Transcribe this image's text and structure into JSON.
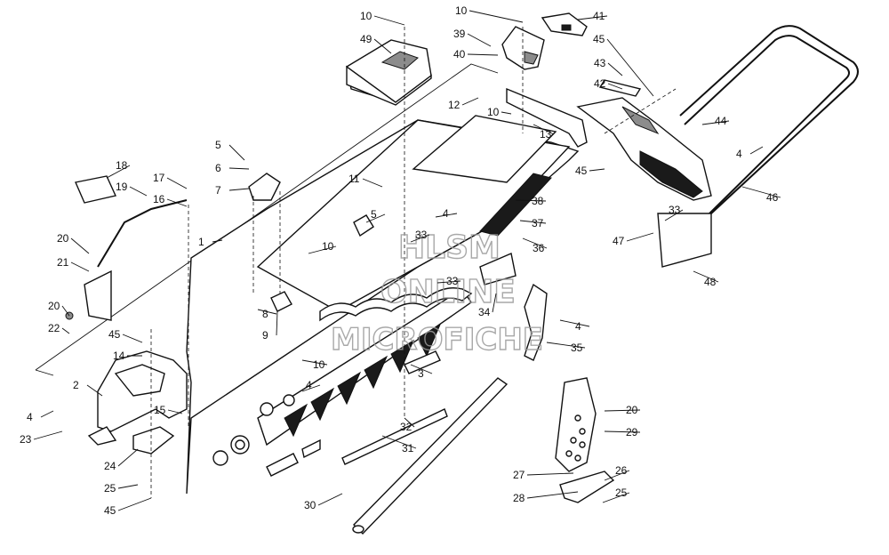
{
  "diagram": {
    "watermark": {
      "line1": "HLSM",
      "line2": "ONLINE",
      "line3": "MICROFICHE"
    },
    "callouts": [
      {
        "id": "c1",
        "text": "1"
      },
      {
        "id": "c2",
        "text": "2"
      },
      {
        "id": "c3",
        "text": "3"
      },
      {
        "id": "c4a",
        "text": "4"
      },
      {
        "id": "c4b",
        "text": "4"
      },
      {
        "id": "c4c",
        "text": "4"
      },
      {
        "id": "c4d",
        "text": "4"
      },
      {
        "id": "c4e",
        "text": "4"
      },
      {
        "id": "c5a",
        "text": "5"
      },
      {
        "id": "c5b",
        "text": "5"
      },
      {
        "id": "c6",
        "text": "6"
      },
      {
        "id": "c7",
        "text": "7"
      },
      {
        "id": "c8",
        "text": "8"
      },
      {
        "id": "c9",
        "text": "9"
      },
      {
        "id": "c10a",
        "text": "10"
      },
      {
        "id": "c10b",
        "text": "10"
      },
      {
        "id": "c10c",
        "text": "10"
      },
      {
        "id": "c10d",
        "text": "10"
      },
      {
        "id": "c10e",
        "text": "10"
      },
      {
        "id": "c11",
        "text": "11"
      },
      {
        "id": "c12",
        "text": "12"
      },
      {
        "id": "c13",
        "text": "13"
      },
      {
        "id": "c14",
        "text": "14"
      },
      {
        "id": "c15",
        "text": "15"
      },
      {
        "id": "c16",
        "text": "16"
      },
      {
        "id": "c17",
        "text": "17"
      },
      {
        "id": "c18",
        "text": "18"
      },
      {
        "id": "c19",
        "text": "19"
      },
      {
        "id": "c20a",
        "text": "20"
      },
      {
        "id": "c20b",
        "text": "20"
      },
      {
        "id": "c20c",
        "text": "20"
      },
      {
        "id": "c21",
        "text": "21"
      },
      {
        "id": "c22",
        "text": "22"
      },
      {
        "id": "c23",
        "text": "23"
      },
      {
        "id": "c24",
        "text": "24"
      },
      {
        "id": "c25a",
        "text": "25"
      },
      {
        "id": "c25b",
        "text": "25"
      },
      {
        "id": "c26",
        "text": "26"
      },
      {
        "id": "c27",
        "text": "27"
      },
      {
        "id": "c28",
        "text": "28"
      },
      {
        "id": "c29",
        "text": "29"
      },
      {
        "id": "c30",
        "text": "30"
      },
      {
        "id": "c31",
        "text": "31"
      },
      {
        "id": "c32",
        "text": "32"
      },
      {
        "id": "c33a",
        "text": "33"
      },
      {
        "id": "c33b",
        "text": "33"
      },
      {
        "id": "c33c",
        "text": "33"
      },
      {
        "id": "c34",
        "text": "34"
      },
      {
        "id": "c35",
        "text": "35"
      },
      {
        "id": "c36",
        "text": "36"
      },
      {
        "id": "c37",
        "text": "37"
      },
      {
        "id": "c38",
        "text": "38"
      },
      {
        "id": "c39",
        "text": "39"
      },
      {
        "id": "c40",
        "text": "40"
      },
      {
        "id": "c41",
        "text": "41"
      },
      {
        "id": "c42",
        "text": "42"
      },
      {
        "id": "c43",
        "text": "43"
      },
      {
        "id": "c44",
        "text": "44"
      },
      {
        "id": "c45a",
        "text": "45"
      },
      {
        "id": "c45b",
        "text": "45"
      },
      {
        "id": "c45c",
        "text": "45"
      },
      {
        "id": "c45d",
        "text": "45"
      },
      {
        "id": "c46",
        "text": "46"
      },
      {
        "id": "c47",
        "text": "47"
      },
      {
        "id": "c48",
        "text": "48"
      },
      {
        "id": "c49",
        "text": "49"
      }
    ]
  }
}
